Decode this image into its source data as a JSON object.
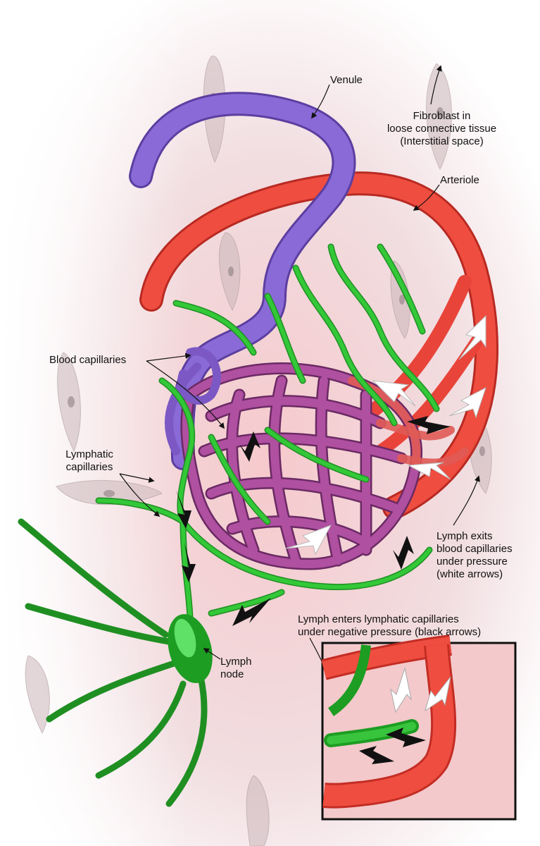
{
  "labels": {
    "venule": "Venule",
    "fibroblast": [
      "Fibroblast in",
      "loose connective tissue",
      "(Interstitial space)"
    ],
    "arteriole": "Arteriole",
    "blood_capillaries": "Blood capillaries",
    "lymphatic_capillaries": [
      "Lymphatic",
      "capillaries"
    ],
    "lymph_exits": [
      "Lymph exits",
      "blood capillaries",
      "under pressure",
      "(white arrows)"
    ],
    "lymph_enters": [
      "Lymph enters lymphatic capillaries",
      "under negative pressure (black arrows)"
    ],
    "lymph_node": [
      "Lymph",
      "node"
    ]
  },
  "colors": {
    "venule": "#7a5cc7",
    "arteriole": "#e8443a",
    "capillary_mix": "#a8458f",
    "lymphatic": "#27b52a",
    "tissue": "#f3d9dc",
    "fibroblast": "#c9b4b8"
  }
}
